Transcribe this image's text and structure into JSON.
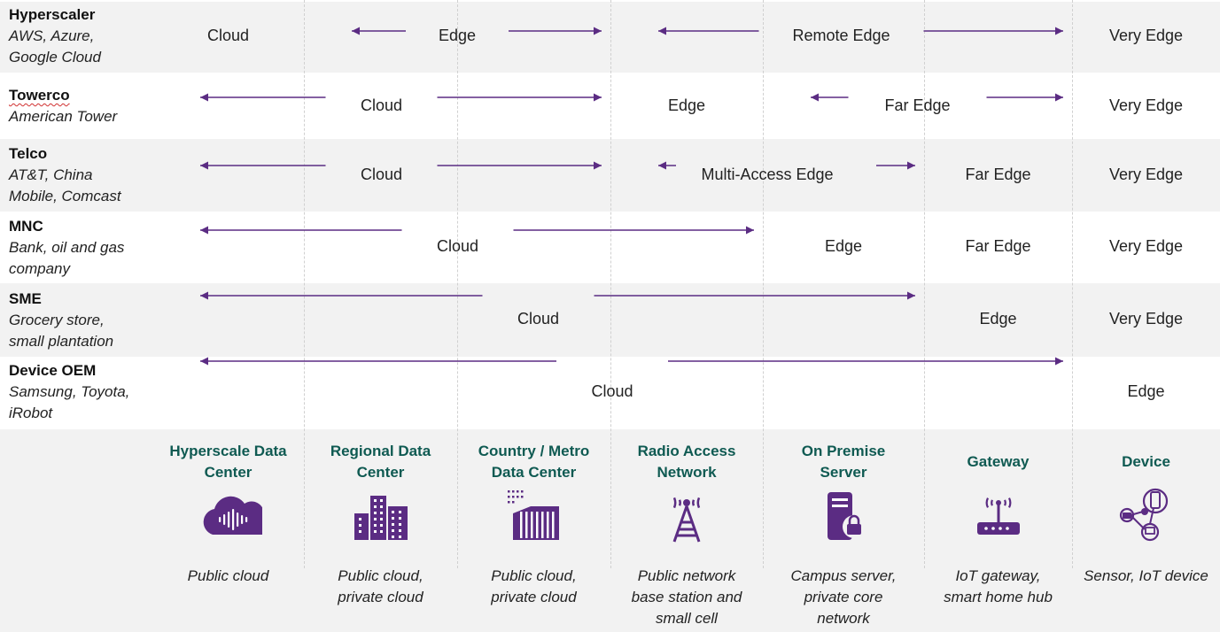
{
  "colors": {
    "accent": "#5b2c83",
    "title_teal": "#0f5a52",
    "band_gray": "#f2f2f2"
  },
  "rows": [
    {
      "name": "Hyperscaler",
      "examples": [
        "AWS, Azure,",
        "Google Cloud"
      ],
      "segments": [
        {
          "label": "Cloud",
          "from": 0,
          "to": 1
        },
        {
          "label": "Edge",
          "from": 1,
          "to": 3
        },
        {
          "label": "Remote Edge",
          "from": 3,
          "to": 6
        },
        {
          "label": "Very Edge",
          "from": 6,
          "to": 7
        }
      ]
    },
    {
      "name": "Towerco",
      "examples": [
        "American Tower"
      ],
      "segments": [
        {
          "label": "Cloud",
          "from": 0,
          "to": 3
        },
        {
          "label": "Edge",
          "from": 3,
          "to": 4
        },
        {
          "label": "Far Edge",
          "from": 4,
          "to": 6
        },
        {
          "label": "Very Edge",
          "from": 6,
          "to": 7
        }
      ]
    },
    {
      "name": "Telco",
      "examples": [
        "AT&T, China",
        "Mobile, Comcast"
      ],
      "segments": [
        {
          "label": "Cloud",
          "from": 0,
          "to": 3
        },
        {
          "label": "Multi-Access Edge",
          "from": 3,
          "to": 5
        },
        {
          "label": "Far Edge",
          "from": 5,
          "to": 6
        },
        {
          "label": "Very Edge",
          "from": 6,
          "to": 7
        }
      ]
    },
    {
      "name": "MNC",
      "examples": [
        "Bank, oil and gas",
        "company"
      ],
      "segments": [
        {
          "label": "Cloud",
          "from": 0,
          "to": 4
        },
        {
          "label": "Edge",
          "from": 4,
          "to": 5
        },
        {
          "label": "Far Edge",
          "from": 5,
          "to": 6
        },
        {
          "label": "Very Edge",
          "from": 6,
          "to": 7
        }
      ]
    },
    {
      "name": "SME",
      "examples": [
        "Grocery store,",
        "small plantation"
      ],
      "segments": [
        {
          "label": "Cloud",
          "from": 0,
          "to": 5
        },
        {
          "label": "Edge",
          "from": 5,
          "to": 6
        },
        {
          "label": "Very Edge",
          "from": 6,
          "to": 7
        }
      ]
    },
    {
      "name": "Device OEM",
      "examples": [
        "Samsung, Toyota,",
        "iRobot"
      ],
      "segments": [
        {
          "label": "Cloud",
          "from": 0,
          "to": 6
        },
        {
          "label": "Edge",
          "from": 6,
          "to": 7
        }
      ]
    }
  ],
  "columns": [
    {
      "title": [
        "Hyperscale Data",
        "Center"
      ],
      "icon": "cloud-soundwave-icon",
      "description": [
        "Public cloud"
      ]
    },
    {
      "title": [
        "Regional Data",
        "Center"
      ],
      "icon": "city-buildings-icon",
      "description": [
        "Public cloud,",
        "private cloud"
      ]
    },
    {
      "title": [
        "Country / Metro",
        "Data Center"
      ],
      "icon": "data-building-icon",
      "description": [
        "Public cloud,",
        "private cloud"
      ]
    },
    {
      "title": [
        "Radio Access",
        "Network"
      ],
      "icon": "radio-tower-icon",
      "description": [
        "Public network",
        "base station and",
        "small cell"
      ]
    },
    {
      "title": [
        "On Premise",
        "Server"
      ],
      "icon": "secure-server-icon",
      "description": [
        "Campus server,",
        "private core",
        "network"
      ]
    },
    {
      "title": [
        "Gateway"
      ],
      "icon": "router-icon",
      "description": [
        "IoT gateway,",
        "smart home hub"
      ]
    },
    {
      "title": [
        "Device"
      ],
      "icon": "connected-devices-icon",
      "description": [
        "Sensor, IoT device"
      ]
    }
  ]
}
